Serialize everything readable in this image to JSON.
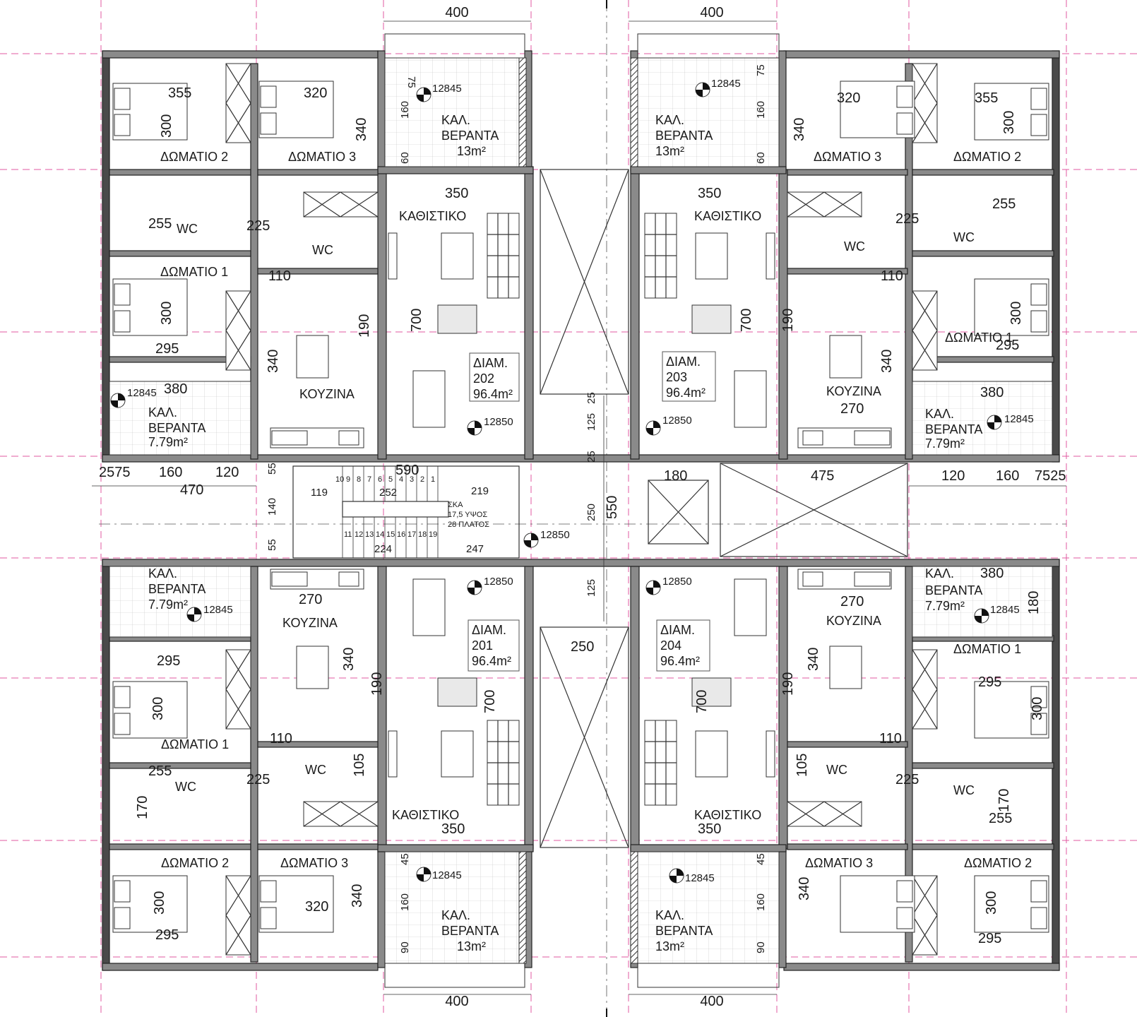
{
  "top_dims": {
    "left": "400",
    "right": "400"
  },
  "bottom_dims": {
    "left": "400",
    "right": "400"
  },
  "level_mark": "12845",
  "level_mark_center": "12850",
  "apartments": {
    "a202": {
      "name": "ΔΙΑΜ.",
      "number": "202",
      "area": "96.4m²"
    },
    "a203": {
      "name": "ΔΙΑΜ.",
      "number": "203",
      "area": "96.4m²"
    },
    "a201": {
      "name": "ΔΙΑΜ.",
      "number": "201",
      "area": "96.4m²"
    },
    "a204": {
      "name": "ΔΙΑΜ.",
      "number": "204",
      "area": "96.4m²"
    }
  },
  "rooms": {
    "bedroom1": "ΔΩΜΑΤΙΟ 1",
    "bedroom2": "ΔΩΜΑΤΙΟ 2",
    "bedroom3": "ΔΩΜΑΤΙΟ 3",
    "living": "ΚΑΘΙΣΤΙΚΟ",
    "kitchen": "ΚΟΥΖΙΝΑ",
    "wc": "WC",
    "veranda1": "ΚΑΛ.",
    "veranda2": "ΒΕΡΑΝΤΑ",
    "veranda_big_area": "13m²",
    "veranda_small_area": "7.79m²"
  },
  "stair": {
    "label1": "ΣΚΑ",
    "label2": "17,5 ΥΨΟΣ",
    "label3": "28 ΠΛΑΤΟΣ",
    "steps_top": [
      "10",
      "9",
      "8",
      "7",
      "6",
      "5",
      "4",
      "3",
      "2",
      "1"
    ],
    "steps_bottom": [
      "11",
      "12",
      "13",
      "14",
      "15",
      "16",
      "17",
      "18",
      "19"
    ]
  },
  "dims": {
    "d355": "355",
    "d320": "320",
    "d300": "300",
    "d340": "340",
    "d75": "75",
    "d160": "160",
    "d60": "60",
    "d350": "350",
    "d255": "255",
    "d170": "170",
    "d225": "225",
    "d105": "105",
    "d110": "110",
    "d700": "700",
    "d190": "190",
    "d295": "295",
    "d380": "380",
    "d270": "270",
    "d590": "590",
    "d219": "219",
    "d252": "252",
    "d119": "119",
    "d224": "224",
    "d247": "247",
    "d140": "140",
    "d55": "55",
    "d25": "25",
    "d125": "125",
    "d250": "250",
    "d550": "550",
    "d180": "180",
    "d475": "475",
    "d470": "470",
    "d120": "120",
    "d2575": "2575",
    "d7525": "7525",
    "d45": "45",
    "d90": "90"
  }
}
